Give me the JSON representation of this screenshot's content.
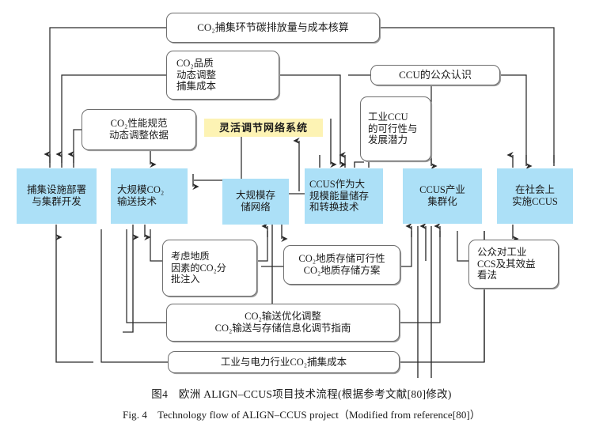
{
  "figure": {
    "caption_cn": "图4　欧洲 ALIGN–CCUS项目技术流程(根据参考文献[80]修改)",
    "caption_en": "Fig. 4　Technology flow of ALIGN–CCUS project（Modified from reference[80]）"
  },
  "colors": {
    "process_blue": "#ace0f7",
    "highlight_yellow": "#fdf3b4",
    "box_border": "#6e6e6e",
    "connector": "#2b2b2b",
    "text": "#1a1a1a"
  },
  "nodes": {
    "carbon_accounting": {
      "label": "CO₂捕集环节碳排放量与成本核算",
      "type": "rounded"
    },
    "co2_quality": {
      "label": "CO₂品质\n动态调整\n捕集成本",
      "type": "rounded"
    },
    "public_awareness_ccu": {
      "label": "CCU的公众认识",
      "type": "rounded"
    },
    "co2_performance_spec": {
      "label": "CO₂性能规范\n动态调整依据",
      "type": "rounded"
    },
    "flexible_network_system": {
      "label": "灵活调节网络系统",
      "type": "highlight"
    },
    "industrial_ccu_potential": {
      "label": "工业CCU\n的可行性与\n发展潜力",
      "type": "rounded"
    },
    "capture_deployment": {
      "label": "捕集设施部署\n与集群开发",
      "type": "process"
    },
    "large_scale_transport": {
      "label": "大规模CO₂\n输送技术",
      "type": "process"
    },
    "large_scale_storage_network": {
      "label": "大规模存\n储网络",
      "type": "process"
    },
    "ccus_energy_storage": {
      "label": "CCUS作为大\n规模能量储存\n和转换技术",
      "type": "process"
    },
    "ccus_industrial_cluster": {
      "label": "CCUS产业\n集群化",
      "type": "process"
    },
    "ccus_in_society": {
      "label": "在社会上\n实施CCUS",
      "type": "process"
    },
    "geological_injection": {
      "label": "考虑地质\n因素的CO₂分\n批注入",
      "type": "rounded"
    },
    "geological_storage": {
      "label": "CO₂地质存储可行性\nCO₂地质存储方案",
      "type": "rounded"
    },
    "public_view_ccs": {
      "label": "公众对工业\nCCS及其效益\n看法",
      "type": "rounded"
    },
    "transport_optimization": {
      "label": "CO₂输送优化调整\nCO₂输送与存储信息化调节指南",
      "type": "rounded"
    },
    "industrial_power_capture_cost": {
      "label": "工业与电力行业CO₂捕集成本",
      "type": "rounded"
    }
  }
}
